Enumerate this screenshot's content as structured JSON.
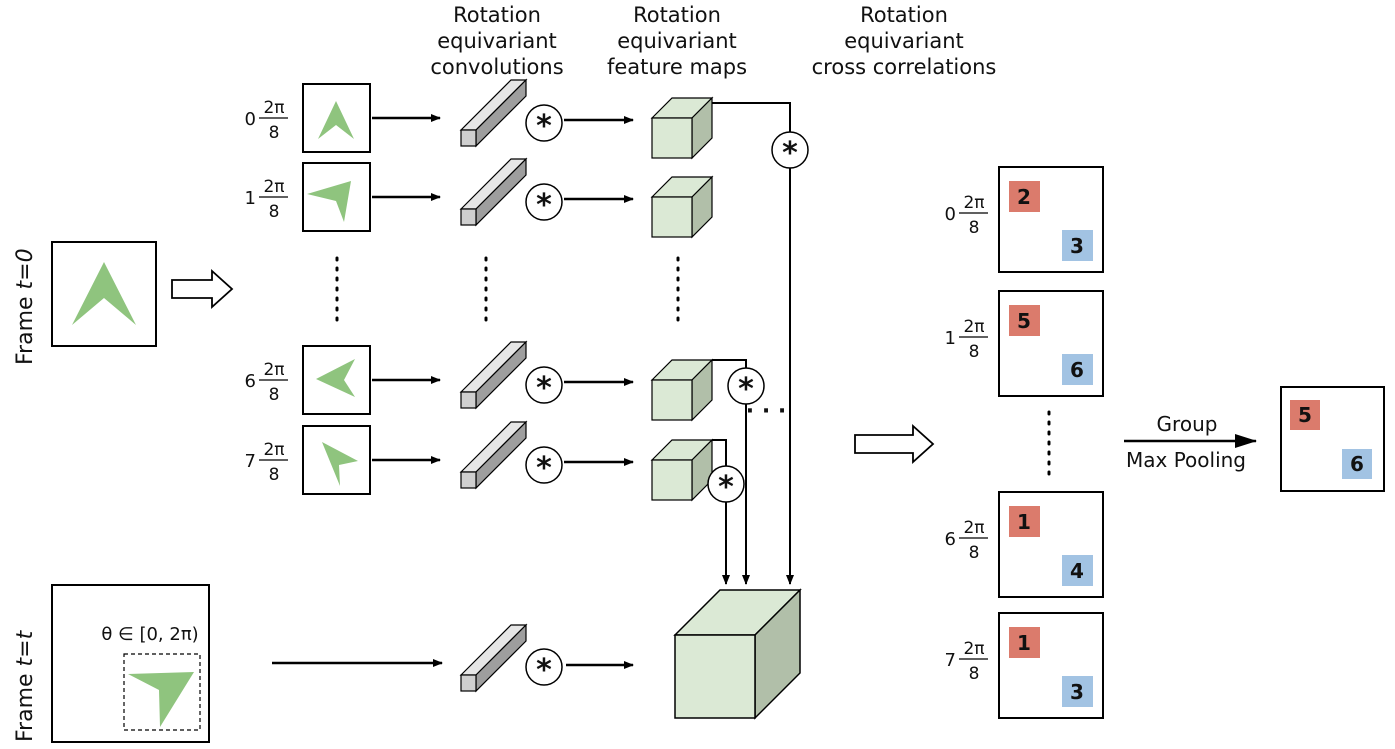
{
  "headers": {
    "conv": [
      "Rotation",
      "equivariant",
      "convolutions"
    ],
    "fmaps": [
      "Rotation",
      "equivariant",
      "feature maps"
    ],
    "xcorr": [
      "Rotation",
      "equivariant",
      "cross correlations"
    ]
  },
  "frames": {
    "t0": {
      "prefix": "Frame ",
      "var": "t",
      "suffix": "=0"
    },
    "tt": {
      "prefix": "Frame ",
      "var": "t",
      "suffix": "=t"
    }
  },
  "rotations": {
    "numerator": "2π",
    "denominator": "8",
    "indices": [
      "0",
      "1",
      "6",
      "7"
    ]
  },
  "theta_label": "θ ∈ [0, 2π)",
  "operator_symbol": "*",
  "ellipsis": "· · ·",
  "pooling": {
    "line1": "Group",
    "line2": "Max Pooling"
  },
  "response_maps": [
    {
      "index": "0",
      "red": "2",
      "blue": "3"
    },
    {
      "index": "1",
      "red": "5",
      "blue": "6"
    },
    {
      "index": "6",
      "red": "1",
      "blue": "4"
    },
    {
      "index": "7",
      "red": "1",
      "blue": "3"
    }
  ],
  "pooled": {
    "red": "5",
    "blue": "6"
  },
  "colors": {
    "arrowhead": "#8fc47e",
    "feature_cube": "#dbe9d5",
    "feature_cube_side": "#b1bfa9",
    "red_box": "#db7b6c",
    "blue_box": "#a2c3e3",
    "kernel": "#cfcfcf"
  }
}
